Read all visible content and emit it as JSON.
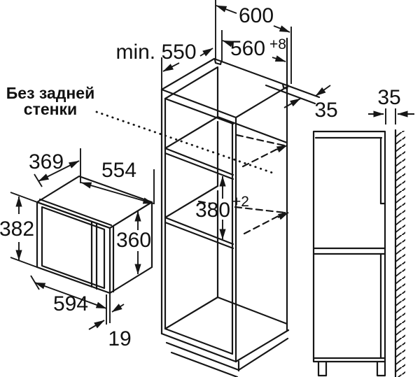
{
  "annotation": {
    "no_back_wall_line1": "Без задней",
    "no_back_wall_line2": "стенки"
  },
  "dimensions": {
    "cabinet_width": "600",
    "niche_width": "560",
    "niche_width_tolerance": "+8",
    "cabinet_depth": "min. 550",
    "top_frame_thickness": "35",
    "niche_height": "380",
    "niche_height_tolerance": "+2",
    "wall_clearance": "35",
    "appliance_depth": "369",
    "appliance_width": "554",
    "appliance_height": "382",
    "appliance_body_height": "360",
    "appliance_front_width": "594",
    "door_protrusion": "19"
  },
  "colors": {
    "line": "#161616",
    "background": "#ffffff"
  }
}
